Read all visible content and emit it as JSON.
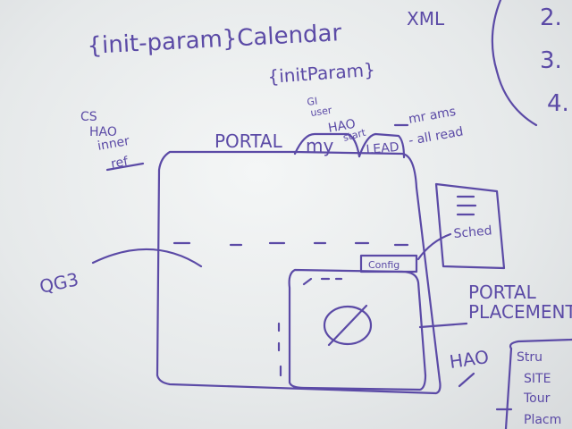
{
  "labels": {
    "top_left": "{init-param}Calendar",
    "top_xml": "XML",
    "init_param": "{initParam}",
    "left_note_1": "CS",
    "left_note_2": "HAO",
    "left_note_3": "inner",
    "left_note_4": "ref",
    "portal": "PORTAL",
    "my_tab": "my",
    "tab_note_1": "HAO",
    "tab_note_2": "start",
    "tab_note_3": "GI",
    "tab_note_4": "user",
    "lead_tab": "LEAD",
    "right_note_1": "mr ams",
    "right_note_2": "- all read",
    "sched": "Sched",
    "config": "Config",
    "left_label": "QG3",
    "portal_placement_1": "PORTAL",
    "portal_placement_2": "PLACEMENT",
    "hao_bottom": "HAO",
    "right_box_1": "Stru",
    "right_box_2": "SITE",
    "right_box_3": "Tour",
    "right_box_4": "Placm",
    "far_right_1": "2.",
    "far_right_2": "3.",
    "far_right_3": "4."
  }
}
